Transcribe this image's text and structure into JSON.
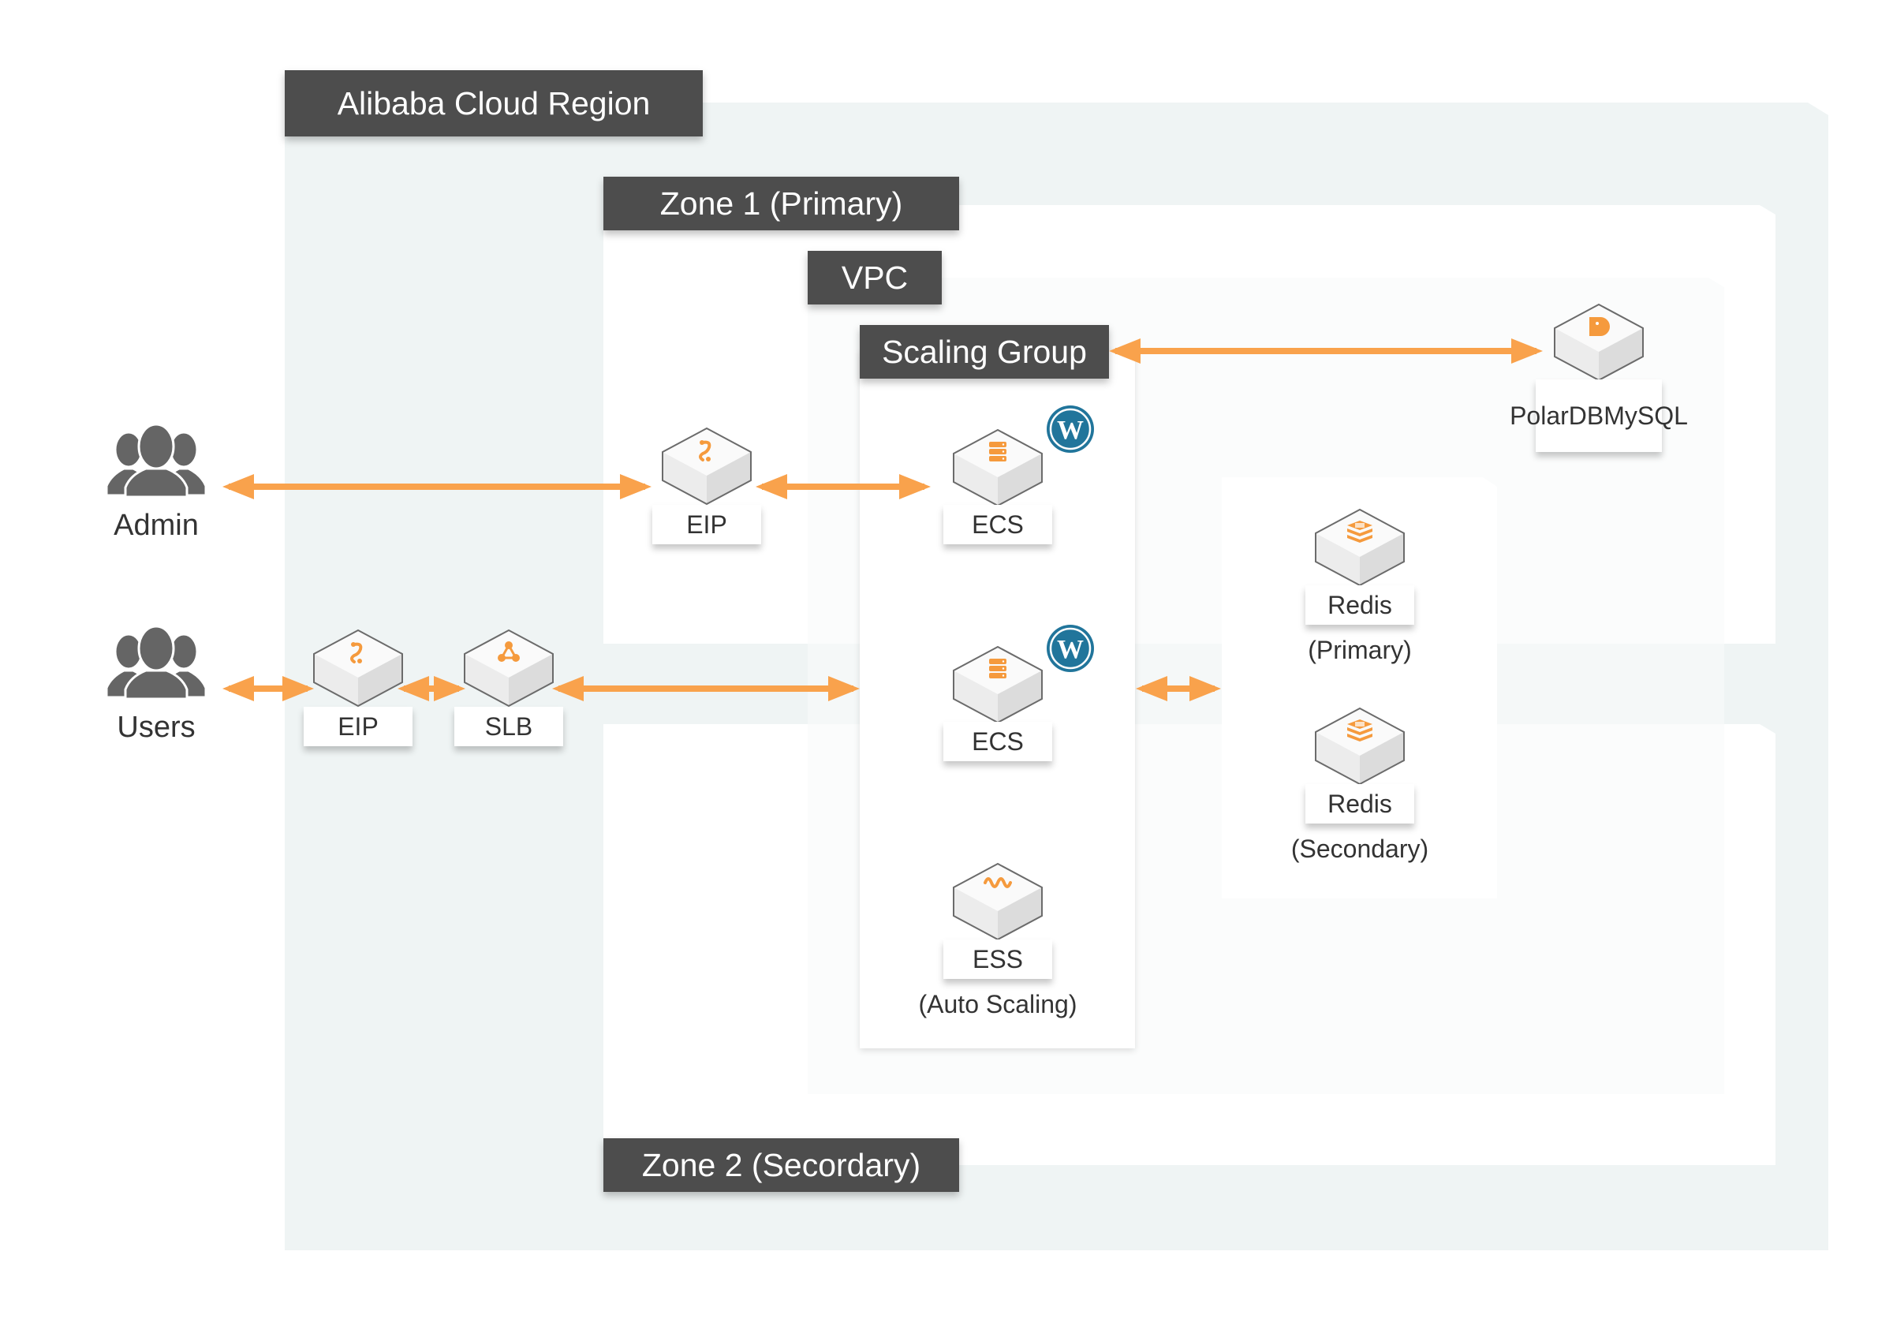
{
  "diagram": {
    "title": "Alibaba Cloud Region",
    "containers": {
      "region": "Alibaba Cloud Region",
      "zone1": "Zone 1 (Primary)",
      "zone2": "Zone 2 (Secordary)",
      "vpc": "VPC",
      "scaling_group": "Scaling Group"
    },
    "actors": {
      "admin": "Admin",
      "users": "Users"
    },
    "services": {
      "eip_admin": {
        "label": "EIP",
        "icon": "eip-icon"
      },
      "eip_users": {
        "label": "EIP",
        "icon": "eip-icon"
      },
      "slb": {
        "label": "SLB",
        "icon": "slb-icon"
      },
      "ecs1": {
        "label": "ECS",
        "icon": "ecs-server-icon",
        "badge": "wordpress-icon"
      },
      "ecs2": {
        "label": "ECS",
        "icon": "ecs-server-icon",
        "badge": "wordpress-icon"
      },
      "ess": {
        "label": "ESS",
        "caption": "(Auto Scaling)",
        "icon": "ess-icon"
      },
      "polardb": {
        "label_line1": "PolarDB",
        "label_line2": "MySQL",
        "icon": "polardb-icon"
      },
      "redis_primary": {
        "label": "Redis",
        "caption": "(Primary)",
        "icon": "redis-icon"
      },
      "redis_secondary": {
        "label": "Redis",
        "caption": "(Secondary)",
        "icon": "redis-icon"
      }
    },
    "connections": [
      {
        "from": "Admin",
        "to": "EIP",
        "type": "bidirectional"
      },
      {
        "from": "EIP",
        "to": "ECS",
        "type": "bidirectional"
      },
      {
        "from": "Users",
        "to": "EIP",
        "type": "bidirectional"
      },
      {
        "from": "EIP",
        "to": "SLB",
        "type": "bidirectional"
      },
      {
        "from": "SLB",
        "to": "Scaling Group",
        "type": "bidirectional"
      },
      {
        "from": "Scaling Group",
        "to": "PolarDB MySQL",
        "type": "bidirectional"
      },
      {
        "from": "Scaling Group",
        "to": "Redis",
        "type": "bidirectional"
      }
    ],
    "colors": {
      "arrow": "#f9a24c",
      "label_bg": "#4d4d4d",
      "region_bg": "#eff4f4",
      "icon_accent": "#f59a3d",
      "wordpress": "#21759b",
      "person": "#656565"
    }
  }
}
